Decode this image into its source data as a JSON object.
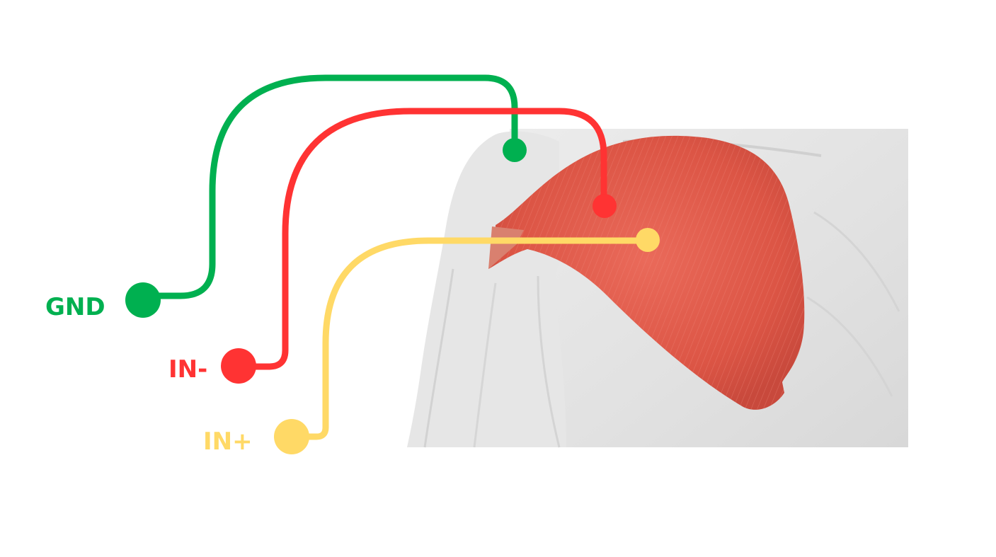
{
  "leads": [
    {
      "id": "gnd",
      "label": "GND",
      "color": "#00b050"
    },
    {
      "id": "in-minus",
      "label": "IN-",
      "color": "#ff3333"
    },
    {
      "id": "in-plus",
      "label": "IN+",
      "color": "#ffd966"
    }
  ],
  "anatomy": {
    "muscle": "deltoid",
    "muscle_color": "#e06050",
    "body_color": "#e4e4e4"
  }
}
